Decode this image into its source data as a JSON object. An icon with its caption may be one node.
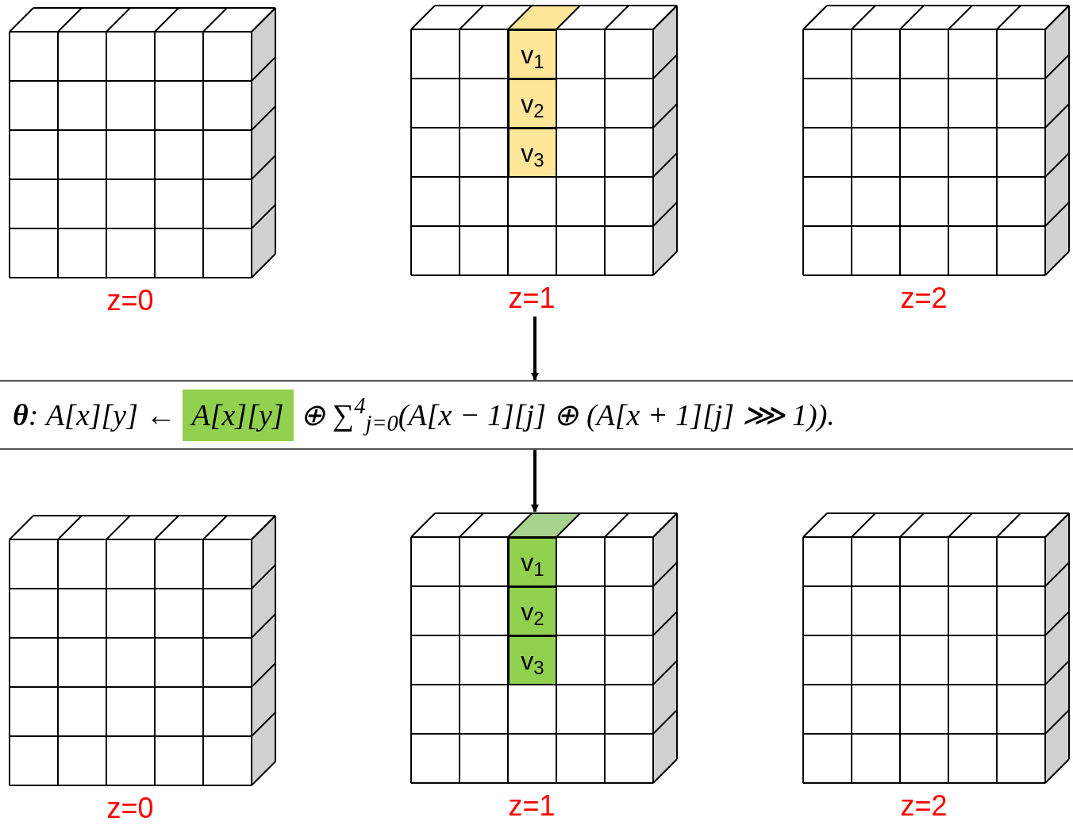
{
  "diagram": {
    "nodes": [
      {
        "text": [],
        "shape": "box",
        "beside": [
          "z=0"
        ]
      },
      {
        "text": [],
        "shape": "box",
        "beside": [
          "z=1"
        ]
      },
      {
        "text": [
          "v$_{1}$"
        ],
        "in": 1
      },
      {
        "text": [
          "v$_{2}$"
        ],
        "in": 1
      },
      {
        "text": [
          "v$_{3}$"
        ],
        "in": 1
      },
      {
        "text": [],
        "shape": "box",
        "beside": [
          "z=2"
        ]
      },
      {
        "text": [
          "**θ**: A[x][y] ←",
          "⊕ ∑$^{4}$$_{j=0}$(A[x − 1][j]  ⊕  (A[x + 1][j] ⋙ 1))."
        ]
      },
      {
        "text": [
          "A[x][y]"
        ],
        "in": 6
      },
      {
        "text": [],
        "shape": "box",
        "beside": [
          "z=0"
        ]
      },
      {
        "text": [],
        "shape": "box",
        "beside": [
          "z=1"
        ]
      },
      {
        "text": [
          "v$_{1}$"
        ],
        "in": 9
      },
      {
        "text": [
          "v$_{2}$"
        ],
        "in": 9
      },
      {
        "text": [
          "v$_{3}$"
        ],
        "in": 9
      },
      {
        "text": [],
        "shape": "box",
        "beside": [
          "z=2"
        ]
      }
    ],
    "edges": [
      {
        "from": 1,
        "to": 6,
        "arrow": "to"
      },
      {
        "from": 6,
        "to": 9,
        "arrow": "to"
      }
    ]
  }
}
